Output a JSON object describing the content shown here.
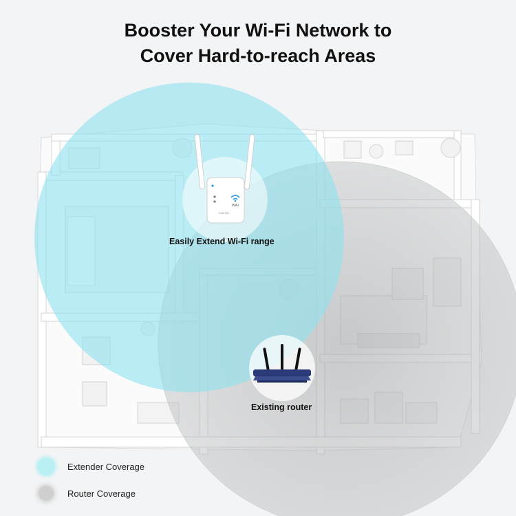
{
  "title": {
    "line1": "Booster Your Wi-Fi Network to",
    "line2": "Cover Hard-to-reach Areas"
  },
  "captions": {
    "extender": "Easily Extend Wi-Fi range",
    "router": "Existing router"
  },
  "device_label": {
    "wifi": "WiFi",
    "band": "2.4G 5G"
  },
  "legend": [
    {
      "label": "Extender Coverage",
      "color": "#8fe4ee"
    },
    {
      "label": "Router Coverage",
      "color": "#c9c9c9"
    }
  ],
  "colors": {
    "extender_zone": "#8fe2ef",
    "router_zone": "#a9abad",
    "router_body": "#2a3b78"
  },
  "icons": [
    "wifi-extender-icon",
    "router-icon"
  ]
}
